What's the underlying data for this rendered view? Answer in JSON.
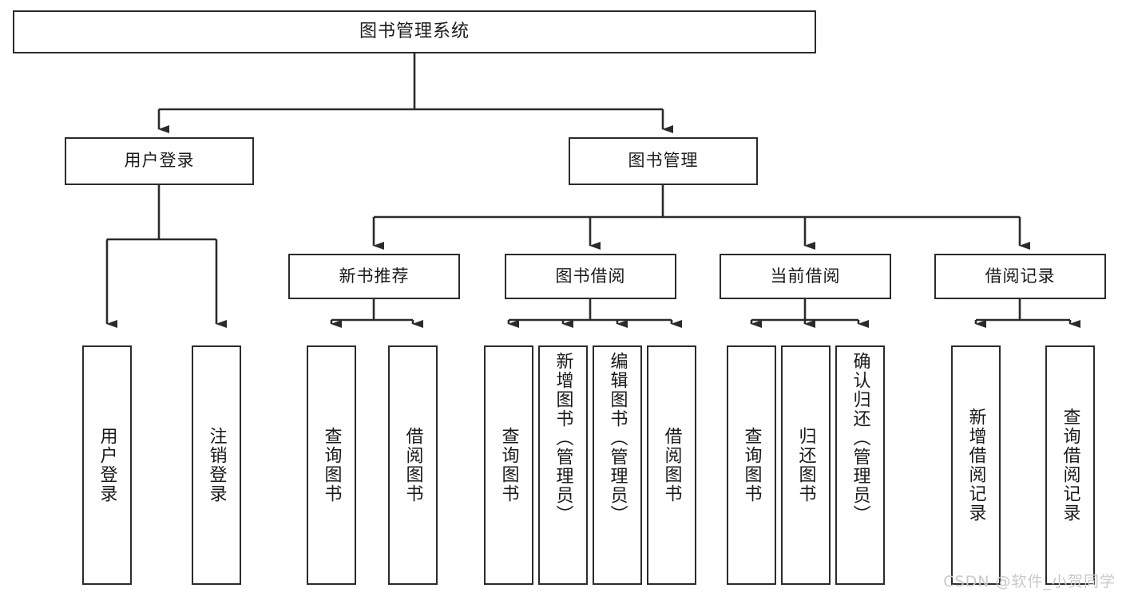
{
  "diagram": {
    "type": "tree",
    "title": "图书管理系统",
    "root": {
      "label": "图书管理系统"
    },
    "level2": [
      {
        "label": "用户登录"
      },
      {
        "label": "图书管理"
      }
    ],
    "level3": [
      {
        "label": "新书推荐"
      },
      {
        "label": "图书借阅"
      },
      {
        "label": "当前借阅"
      },
      {
        "label": "借阅记录"
      }
    ],
    "leaves": {
      "user_login": [
        {
          "label": "用户登录"
        },
        {
          "label": "注销登录"
        }
      ],
      "new_book_recommend": [
        {
          "label": "查询图书"
        },
        {
          "label": "借阅图书"
        }
      ],
      "book_borrow": [
        {
          "label": "查询图书"
        },
        {
          "label": "新增图书（管理员）"
        },
        {
          "label": "编辑图书（管理员）"
        },
        {
          "label": "借阅图书"
        }
      ],
      "current_borrow": [
        {
          "label": "查询图书"
        },
        {
          "label": "归还图书"
        },
        {
          "label": "确认归还（管理员）"
        }
      ],
      "borrow_record": [
        {
          "label": "新增借阅记录"
        },
        {
          "label": "查询借阅记录"
        }
      ]
    }
  },
  "watermark": {
    "text": "CSDN @软件_小贺同学"
  },
  "colors": {
    "stroke": "#2b2b2b",
    "fill": "#ffffff",
    "text": "#1a1a1a",
    "watermark": "#c9c9c9"
  }
}
